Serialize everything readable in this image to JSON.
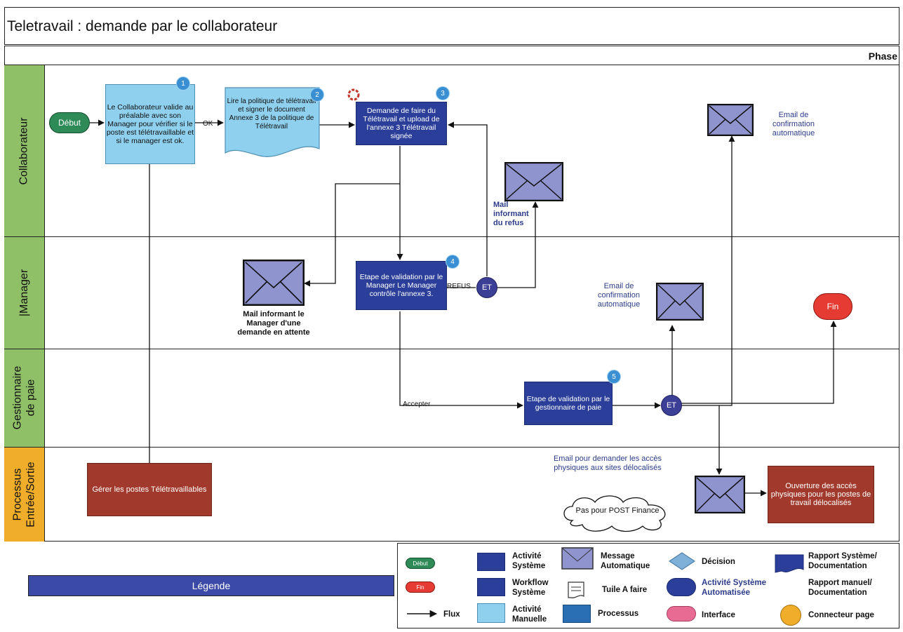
{
  "title": "Teletravail : demande par le collaborateur",
  "phase": "Phase",
  "lanes": [
    {
      "label": "Collaborateur"
    },
    {
      "label": "|Manager"
    },
    {
      "label": "Gestionnaire de paie"
    },
    {
      "label": "Processus Entrée/Sortie"
    }
  ],
  "nodes": {
    "debut": "Début",
    "fin": "Fin",
    "step1": "Le Collaborateur valide au préalable avec son Manager pour vérifier si le poste est télétravaillable et si le manager est ok.",
    "step2": "Lire la politique de télétravail et signer le document Annexe 3 de la politique de Télétravail",
    "step3": "Demande de faire du Télétravail et upload de l'annexe 3 Télétravail signée",
    "step4": "Etape de validation par le Manager Le Manager contrôle l'annexe 3.",
    "step5": "Etape de validation par le gestionnaire de paie",
    "proc_gerer": "Gérer les postes Télétravaillables",
    "proc_ouverture": "Ouverture des accès physiques pour les postes de travail délocalisés",
    "et": "ET",
    "badges": [
      "1",
      "2",
      "3",
      "4",
      "5"
    ]
  },
  "labels": {
    "ok": "OK",
    "refus": "REFUS",
    "accepter": "Accepter",
    "mail_refus": "Mail informant du refus",
    "mail_manager": "Mail informant le Manager d'une demande en attente",
    "email_confirm_collab": "Email de confirmation automatique",
    "email_confirm_manager": "Email de confirmation automatique",
    "email_acces": "Email pour demander les accès physiques aux sites délocalisés",
    "cloud_note": "Pas pour POST Finance"
  },
  "legend": {
    "title": "Légende",
    "debut": "Début",
    "fin": "Fin",
    "flux": "Flux",
    "activite_systeme": "Activité Système",
    "workflow_systeme": "Workflow Système",
    "activite_manuelle": "Activité Manuelle",
    "message_auto": "Message Automatique",
    "tuile": "Tuile A faire",
    "processus": "Processus",
    "decision": "Décision",
    "activite_auto": "Activité Système Automatisée",
    "interface": "Interface",
    "rapport_systeme": "Rapport Système/ Documentation",
    "rapport_manuel": "Rapport manuel/ Documentation",
    "connecteur": "Connecteur page"
  },
  "colors": {
    "lane_head": "#8fbf66",
    "lane_head_process": "#f0ad2a",
    "system_activity": "#2b3f9a",
    "manual_activity": "#8ed0ee",
    "process": "#a13a2c",
    "debut": "#2e8b57",
    "fin": "#e53b32",
    "envelope": "#8f94cf"
  }
}
